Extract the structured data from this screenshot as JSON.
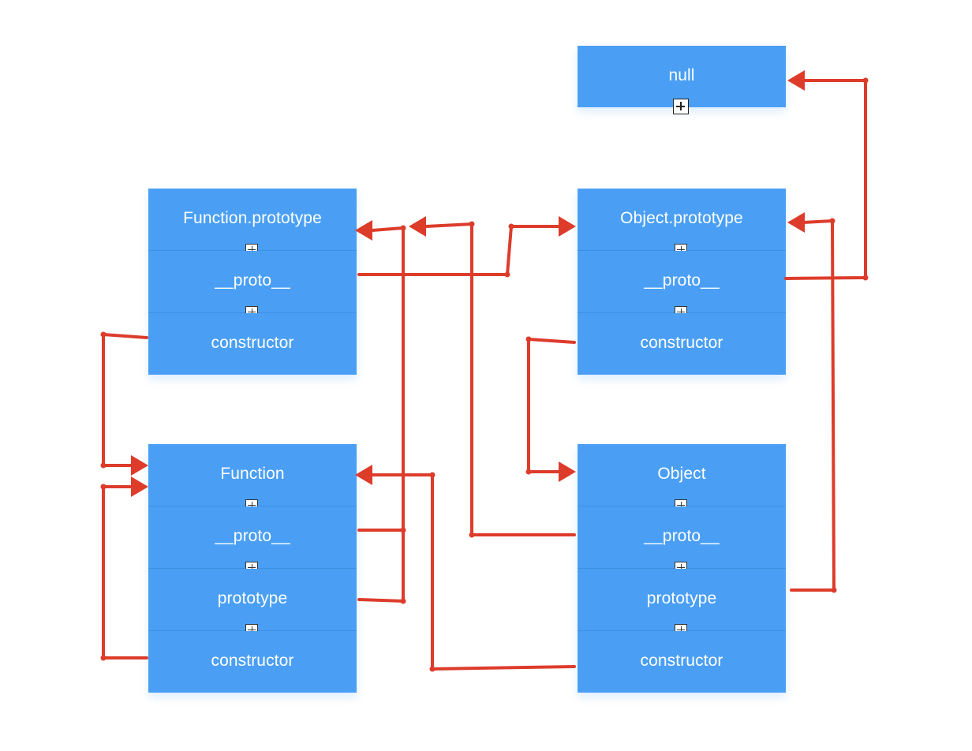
{
  "boxes": {
    "null_box": {
      "title": "null"
    },
    "function_prototype": {
      "title": "Function.prototype",
      "proto": "__proto__",
      "constructor": "constructor"
    },
    "object_prototype": {
      "title": "Object.prototype",
      "proto": "__proto__",
      "constructor": "constructor"
    },
    "function": {
      "title": "Function",
      "proto": "__proto__",
      "prototype": "prototype",
      "constructor": "constructor"
    },
    "object": {
      "title": "Object",
      "proto": "__proto__",
      "prototype": "prototype",
      "constructor": "constructor"
    }
  },
  "colors": {
    "box": "#4a9ff5",
    "arrow": "#dd3c2b",
    "text": "#ffffff"
  }
}
